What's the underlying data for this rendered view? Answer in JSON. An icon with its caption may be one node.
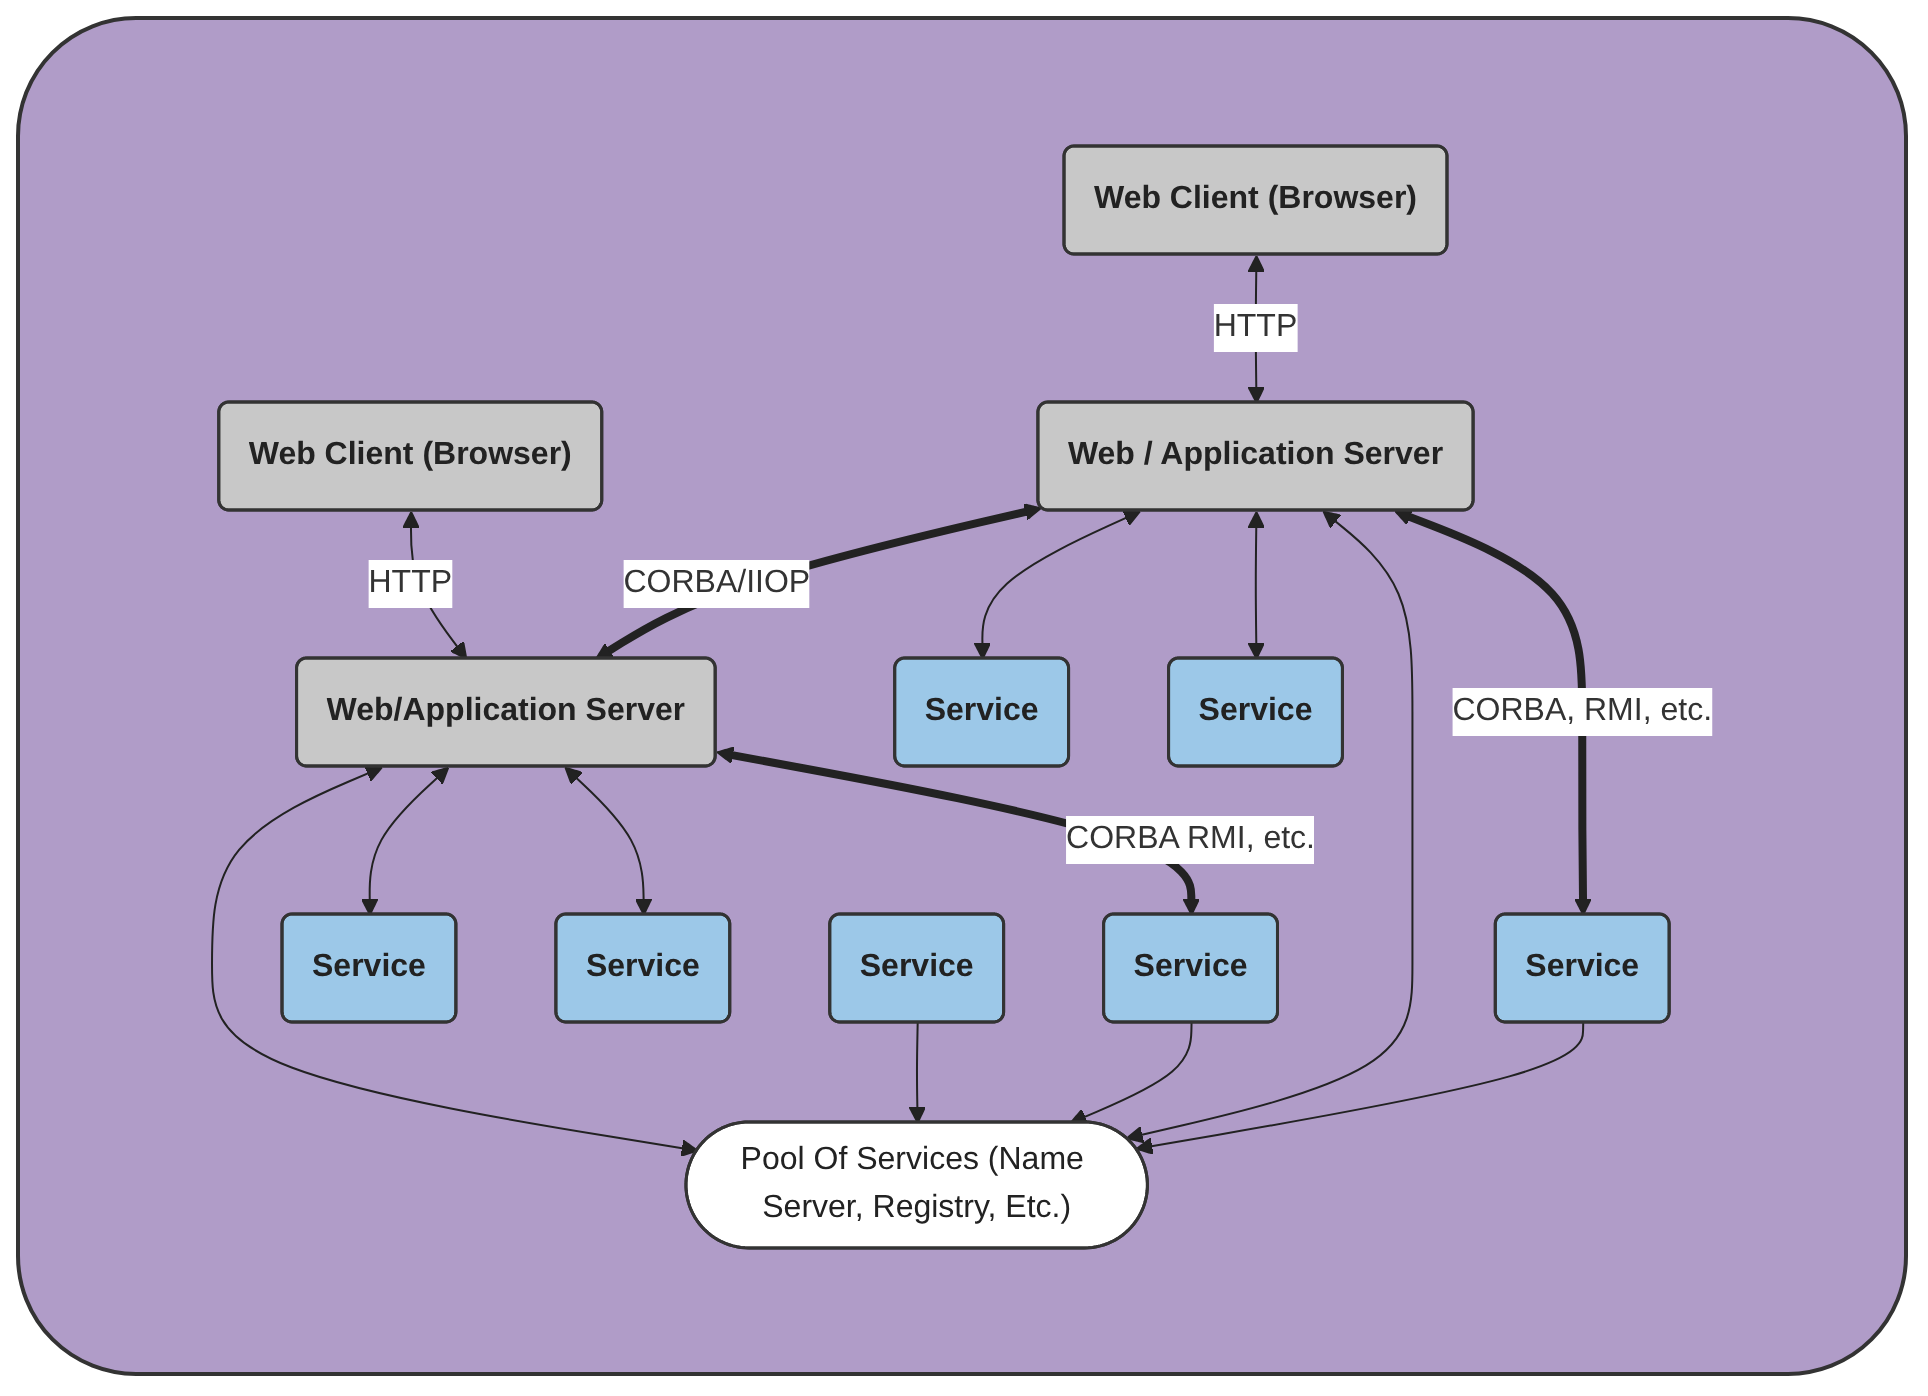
{
  "diagram": {
    "nodes": [
      {
        "text": [
          "Web Client (Browser)"
        ]
      },
      {
        "text": [
          "Web Client (Browser)"
        ]
      },
      {
        "text": [
          "Web / Application Server"
        ]
      },
      {
        "text": [
          "Web/Application Server"
        ]
      },
      {
        "text": [
          "Service"
        ]
      },
      {
        "text": [
          "Service"
        ]
      },
      {
        "text": [
          "Pool Of Services (Name Server, Registry, Etc.)"
        ]
      },
      {
        "text": [
          "Service"
        ]
      },
      {
        "text": [
          "Service"
        ]
      },
      {
        "text": [
          "Service"
        ]
      },
      {
        "text": [
          "Service"
        ]
      },
      {
        "text": [
          "Service"
        ]
      }
    ],
    "edges": [
      {
        "from": 0,
        "to": 2,
        "arrow": "both",
        "label": "HTTP"
      },
      {
        "from": 1,
        "to": 3,
        "arrow": "both",
        "label": "HTTP"
      },
      {
        "from": 2,
        "to": 3,
        "arrow": "both",
        "label": "CORBA/IIOP",
        "style": "thick"
      },
      {
        "from": 2,
        "to": 4,
        "arrow": "both"
      },
      {
        "from": 2,
        "to": 5,
        "arrow": "both"
      },
      {
        "from": 2,
        "to": 6,
        "arrow": "both"
      },
      {
        "from": 3,
        "to": 6,
        "arrow": "both"
      },
      {
        "from": 3,
        "to": 7,
        "arrow": "both"
      },
      {
        "from": 3,
        "to": 8,
        "arrow": "both"
      },
      {
        "from": 9,
        "to": 6,
        "arrow": "to"
      },
      {
        "from": 10,
        "to": 6,
        "arrow": "to"
      },
      {
        "from": 11,
        "to": 6,
        "arrow": "to"
      },
      {
        "from": 2,
        "to": 9,
        "arrow": "both",
        "label": "CORBA, RMI, etc.",
        "style": "thick"
      },
      {
        "from": 3,
        "to": 11,
        "arrow": "both",
        "label": "CORBA RMI, etc.",
        "style": "thick"
      }
    ]
  }
}
